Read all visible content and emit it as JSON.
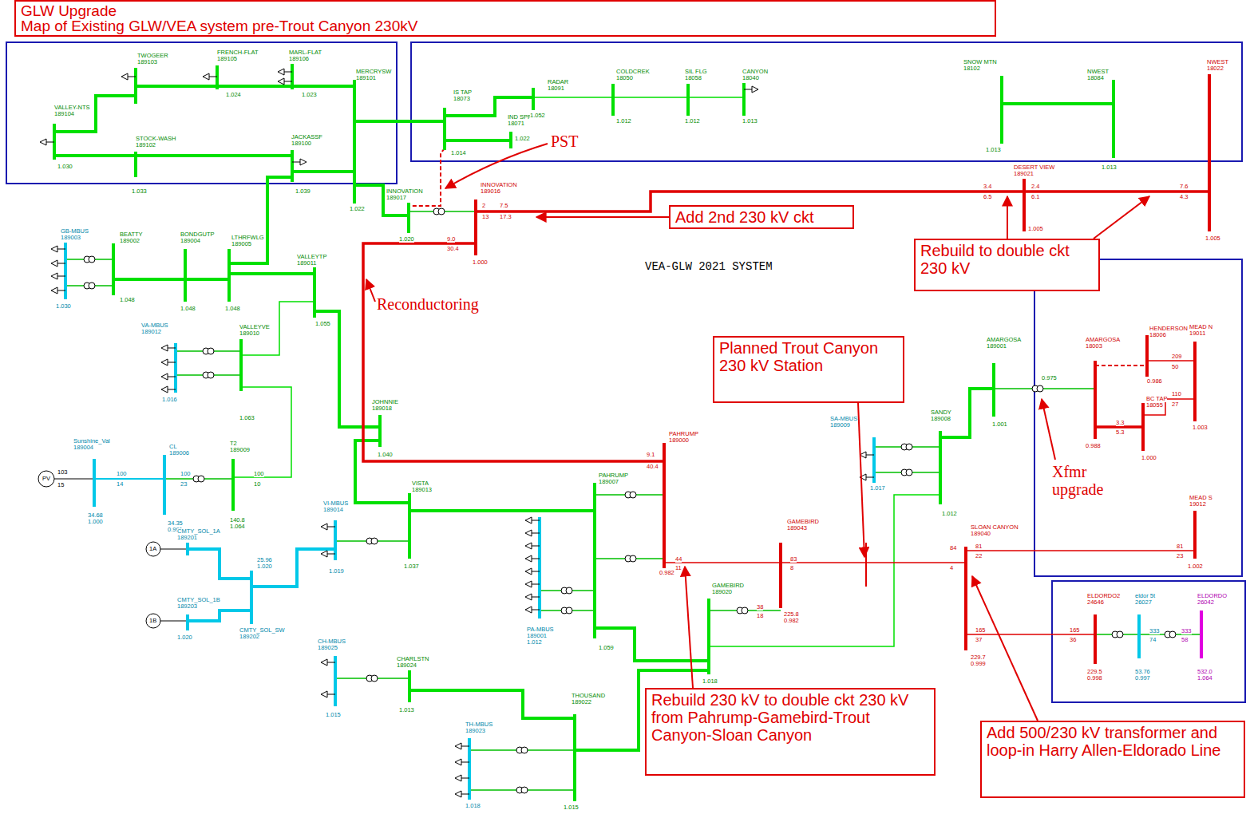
{
  "diagram": {
    "nodes": [
      {
        "text": [
          "GLW Upgrade",
          "Map of Existing GLW/VEA system pre-Trout Canyon 230kV"
        ]
      },
      {
        "text": [
          "Add 2nd 230 kV ckt"
        ]
      },
      {
        "text": [
          "Rebuild to double ckt 230 kV"
        ]
      },
      {
        "text": [
          "Planned Trout Canyon 230 kV Station"
        ]
      },
      {
        "text": [
          "Rebuild 230 kV to double ckt 230 kV from Pahrump-Gamebird-Trout Canyon-Sloan Canyon"
        ]
      },
      {
        "text": [
          "Add 500/230 kV transformer and loop-in Harry Allen-Eldorado Line"
        ]
      }
    ],
    "labels": [
      "VALLEY-NTS",
      "189104",
      "1.030",
      "TWOGEER",
      "189103",
      "FRENCH-FLAT",
      "189105",
      "1.024",
      "MARL-FLAT",
      "189106",
      "1.023",
      "MERCRYSW",
      "189101",
      "1.022",
      "STOCK-WASH",
      "189102",
      "1.033",
      "JACKASSF",
      "189100",
      "1.039",
      "IS TAP",
      "18073",
      "1.014",
      "IND SPR",
      "18071",
      "1.022",
      "RADAR",
      "18091",
      "1.052",
      "COLDCREK",
      "18050",
      "1.012",
      "SIL FLG",
      "18058",
      "1.012",
      "CANYON",
      "18040",
      "1.013",
      "SNOW MTN",
      "18102",
      "1.013",
      "NWEST",
      "18084",
      "1.013",
      "NWEST",
      "18022",
      "1.005",
      "INNOVATION",
      "189017",
      "1.020",
      "INNOVATION",
      "189016",
      "1.000",
      "DESERT VIEW",
      "189021",
      "1.005",
      "VEA-GLW 2021 SYSTEM",
      "GB-MBUS",
      "189003",
      "1.030",
      "BEATTY",
      "189002",
      "1.048",
      "BONDGUTP",
      "189004",
      "1.048",
      "LTHRFWLG",
      "189005",
      "1.048",
      "VALLEYTP",
      "189011",
      "1.055",
      "VA-MBUS",
      "189012",
      "1.016",
      "VALLEYVE",
      "189010",
      "1.063",
      "Sunshine_Val",
      "189004",
      "34.68",
      "1.000",
      "CL",
      "189006",
      "34.35",
      "0.991",
      "T2",
      "189009",
      "140.8",
      "1.064",
      "JOHNNIE",
      "189018",
      "1.040",
      "VI-MBUS",
      "189014",
      "1.019",
      "VISTA",
      "189013",
      "1.037",
      "CMTY_SOL_1A",
      "189201",
      "25.96",
      "1.020",
      "CMTY_SOL_1B",
      "189203",
      "1.020",
      "CMTY_SOL_SW",
      "189202",
      "PAHRUMP",
      "189007",
      "1.059",
      "PA-MBUS",
      "189001",
      "1.012",
      "PAHRUMP",
      "189000",
      "0.982",
      "GAMEBIRD",
      "189020",
      "1.018",
      "GAMEBIRD",
      "189043",
      "225.8",
      "0.982",
      "SLOAN CANYON",
      "189040",
      "229.7",
      "0.999",
      "SA-MBUS",
      "189009",
      "1.017",
      "SANDY",
      "189008",
      "1.012",
      "AMARGOSA",
      "189001",
      "1.001",
      "AMARGOSA",
      "18003",
      "0.988",
      "HENDERSON",
      "18006",
      "0.986",
      "MEAD N",
      "19011",
      "1.003",
      "BC TAP",
      "18055",
      "1.000",
      "MEAD S",
      "19012",
      "1.002",
      "ELDORDO2",
      "24646",
      "229.5",
      "0.998",
      "eldor 5t",
      "26027",
      "53.76",
      "0.997",
      "ELDORDO",
      "26042",
      "532.0",
      "1.064",
      "CH-MBUS",
      "189025",
      "1.015",
      "CHARLSTN",
      "189024",
      "1.013",
      "TH-MBUS",
      "189023",
      "1.018",
      "THOUSAND",
      "189022",
      "1.015",
      "PST",
      "Reconductoring",
      "Xfmr upgrade",
      "7.5",
      "17.3",
      "2",
      "13",
      "9.0",
      "30.4",
      "9.1",
      "40.4",
      "3.4",
      "6.5",
      "2.4",
      "6.1",
      "7.6",
      "4.3",
      "44",
      "11",
      "83",
      "8",
      "84",
      "4",
      "81",
      "22",
      "81",
      "23",
      "165",
      "37",
      "165",
      "36",
      "209",
      "50",
      "110",
      "27",
      "3.3",
      "5.3",
      "38",
      "18",
      "333",
      "74",
      "333",
      "58",
      "103",
      "15",
      "100",
      "14",
      "100",
      "23",
      "100",
      "10",
      "0.975",
      "PV",
      "1A",
      "1B"
    ]
  }
}
